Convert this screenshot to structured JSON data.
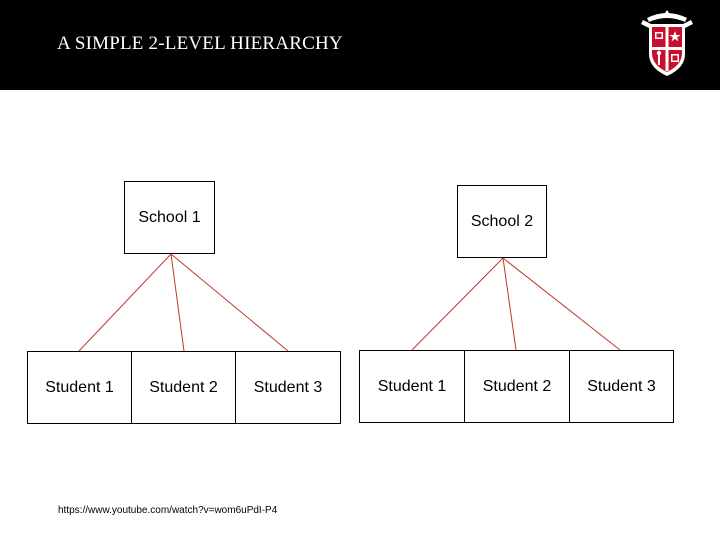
{
  "header": {
    "title": "A SIMPLE 2-LEVEL HIERARCHY",
    "background_color": "#000000",
    "title_color": "#ffffff"
  },
  "logo": {
    "icon": "university-crest-icon",
    "colors": [
      "#c8102e",
      "#ffffff",
      "#000000"
    ]
  },
  "diagram": {
    "connector_color": "#c0392b",
    "hierarchies": [
      {
        "root": "School 1",
        "children": [
          "Student 1",
          "Student 2",
          "Student 3"
        ]
      },
      {
        "root": "School 2",
        "children": [
          "Student 1",
          "Student 2",
          "Student 3"
        ]
      }
    ]
  },
  "footer": {
    "url": "https://www.youtube.com/watch?v=wom6uPdI-P4"
  }
}
